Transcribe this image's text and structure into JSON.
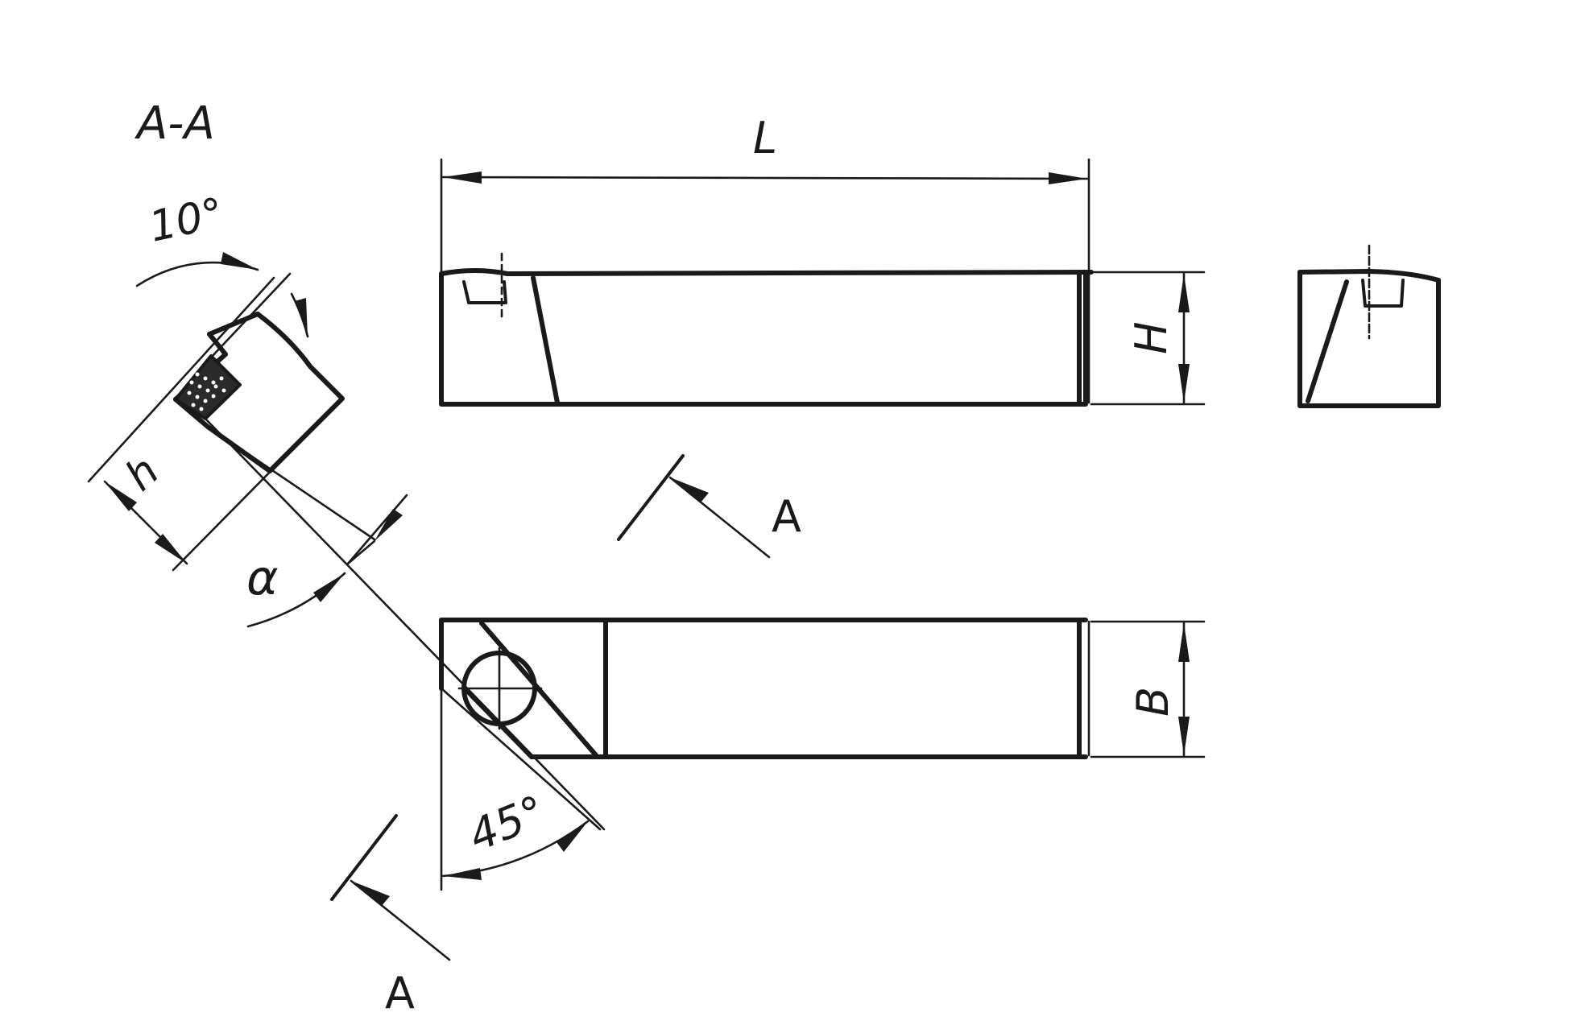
{
  "section_title": "A-A",
  "dimensions": {
    "length": "L",
    "height": "H",
    "width": "B",
    "tip_height": "h",
    "rake_angle": "10°",
    "clearance_angle": "α",
    "cut_angle": "45°"
  },
  "section_marks": {
    "upper": "A",
    "lower": "A"
  },
  "colors": {
    "line": "#1a1a1a",
    "background": "#ffffff"
  }
}
